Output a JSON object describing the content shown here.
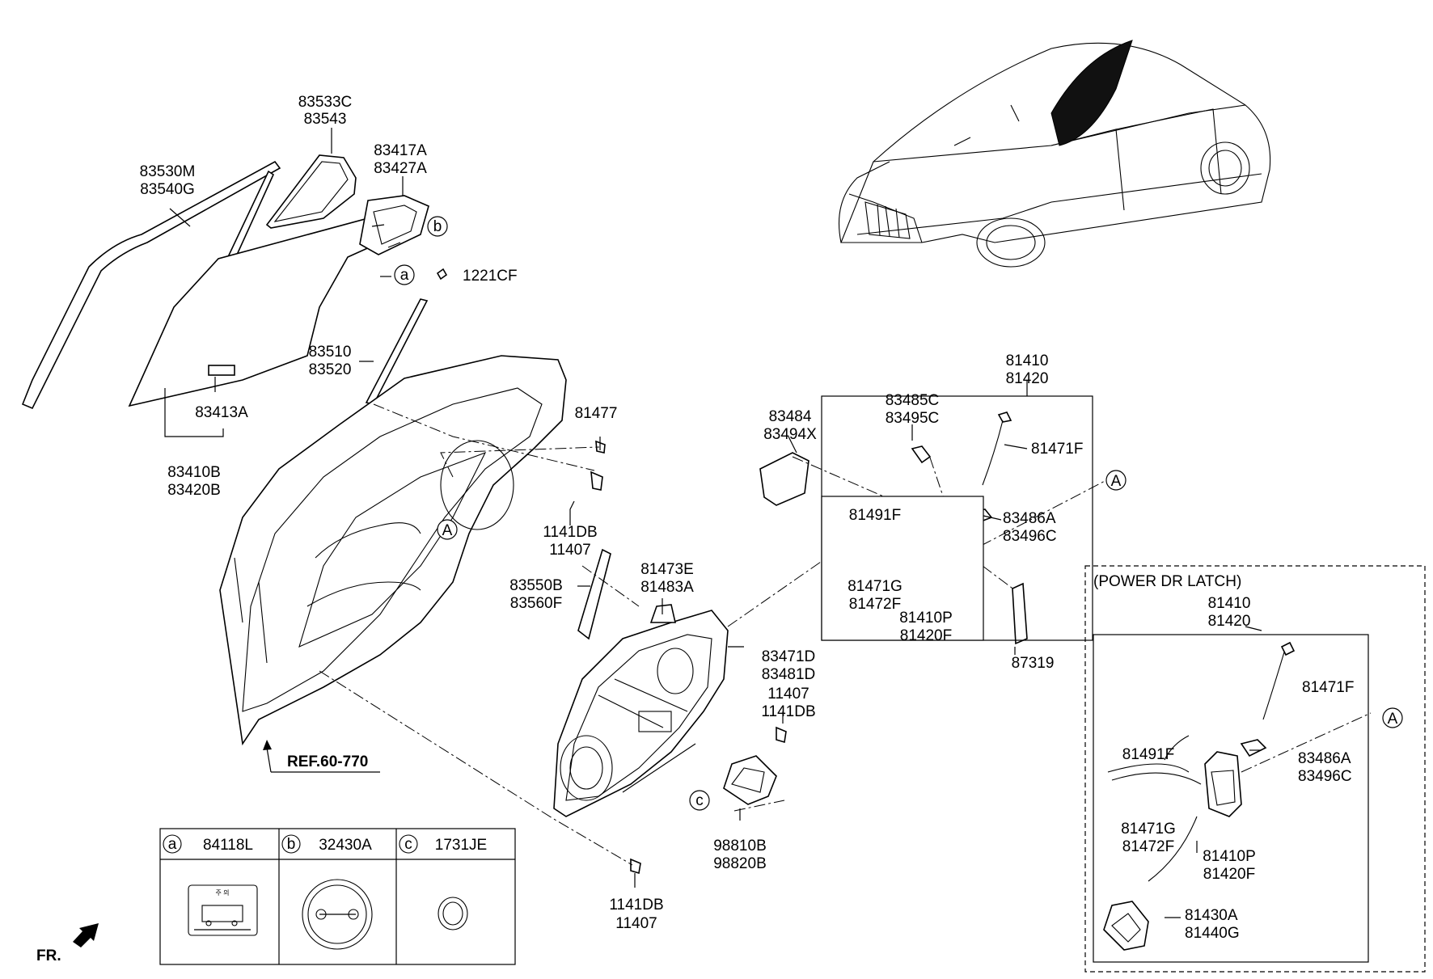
{
  "parts": {
    "p83533": [
      "83533C",
      "83543"
    ],
    "p83530": [
      "83530M",
      "83540G"
    ],
    "p83417": [
      "83417A",
      "83427A"
    ],
    "p1221": "1221CF",
    "p83510": [
      "83510",
      "83520"
    ],
    "p83413": "83413A",
    "p83410b": [
      "83410B",
      "83420B"
    ],
    "p81477": "81477",
    "p1141a": [
      "1141DB",
      "11407"
    ],
    "p83550": [
      "83550B",
      "83560F"
    ],
    "p81473": [
      "81473E",
      "81483A"
    ],
    "p83484": [
      "83484",
      "83494X"
    ],
    "p83485": [
      "83485C",
      "83495C"
    ],
    "p81410top": [
      "81410",
      "81420"
    ],
    "p81471f": "81471F",
    "p83486": [
      "83486A",
      "83496C"
    ],
    "p81491f": "81491F",
    "p81471g": [
      "81471G",
      "81472F"
    ],
    "p81410p": [
      "81410P",
      "81420F"
    ],
    "p87319": "87319",
    "p83471": [
      "83471D",
      "83481D"
    ],
    "p11407b": [
      "11407",
      "1141DB"
    ],
    "p98810": [
      "98810B",
      "98820B"
    ],
    "p1141c": [
      "1141DB",
      "11407"
    ],
    "ref": "REF.60-770",
    "fr": "FR."
  },
  "callouts": {
    "a": "a",
    "b": "b",
    "c": "c",
    "A": "A"
  },
  "power_latch": {
    "title": "(POWER DR LATCH)",
    "p81410": [
      "81410",
      "81420"
    ],
    "p81471f": "81471F",
    "p83486": [
      "83486A",
      "83496C"
    ],
    "p81491f": "81491F",
    "p81471g": [
      "81471G",
      "81472F"
    ],
    "p81410p": [
      "81410P",
      "81420F"
    ],
    "p81430": [
      "81430A",
      "81440G"
    ]
  },
  "legend": [
    {
      "key": "a",
      "part": "84118L"
    },
    {
      "key": "b",
      "part": "32430A"
    },
    {
      "key": "c",
      "part": "1731JE"
    }
  ],
  "label_sticker_text": "주 의"
}
